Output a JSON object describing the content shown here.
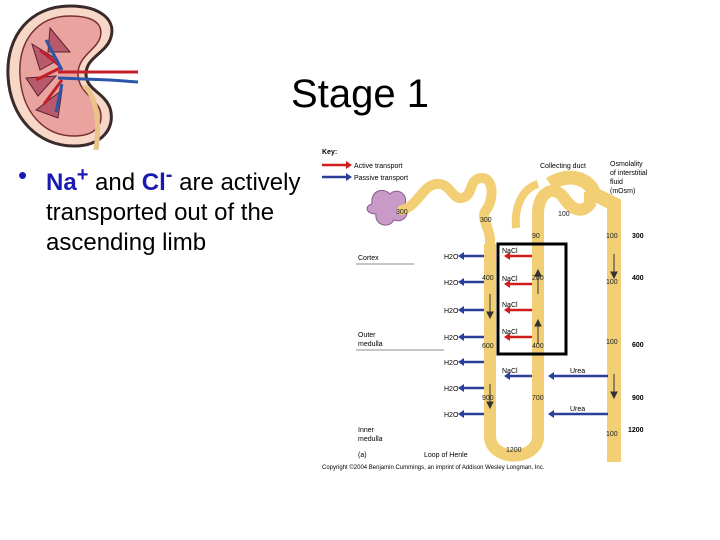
{
  "slide": {
    "title": "Stage 1",
    "bullet": {
      "na": "Na",
      "na_sup": "+",
      "and": " and ",
      "cl": "Cl",
      "cl_sup": "-",
      "rest": " are actively transported out of the ascending limb"
    }
  },
  "diagram": {
    "key_title": "Key:",
    "key_active": "Active transport",
    "key_passive": "Passive transport",
    "collecting_duct": "Collecting duct",
    "osmolality_lines": [
      "Osmolality",
      "of interstitial",
      "fluid",
      "(mOsm)"
    ],
    "cortex": "Cortex",
    "outer_medulla": [
      "Outer",
      "medulla"
    ],
    "inner_medulla": [
      "Inner",
      "medulla"
    ],
    "loop_label": "Loop of Henle",
    "panel_label": "(a)",
    "copyright": "Copyright ©2004 Benjamin Cummings, an imprint of Addison Wesley Longman, Inc.",
    "water": [
      "H2O",
      "H2O",
      "H2O",
      "H2O",
      "H2O",
      "H2O",
      "H2O"
    ],
    "nacl": [
      "NaCl",
      "NaCl",
      "NaCl",
      "NaCl",
      "NaCl"
    ],
    "urea": [
      "Urea",
      "Urea"
    ],
    "tubule_values": {
      "v300a": "300",
      "v300b": "300",
      "v100a": "100",
      "v90": "90",
      "v400a": "400",
      "v600": "600",
      "v900": "900",
      "v1200": "1200",
      "v200": "200",
      "v400b": "400",
      "v700": "700",
      "cd100a": "100",
      "cd100b": "100",
      "cd100c": "100",
      "cd100d": "100"
    },
    "osmolality_values": [
      "300",
      "400",
      "600",
      "900",
      "1200"
    ],
    "colors": {
      "tubule": "#f2cf74",
      "active_arrow": "#d01c1c",
      "passive_arrow": "#2a3f9a",
      "highlight_box": "#000000"
    }
  }
}
